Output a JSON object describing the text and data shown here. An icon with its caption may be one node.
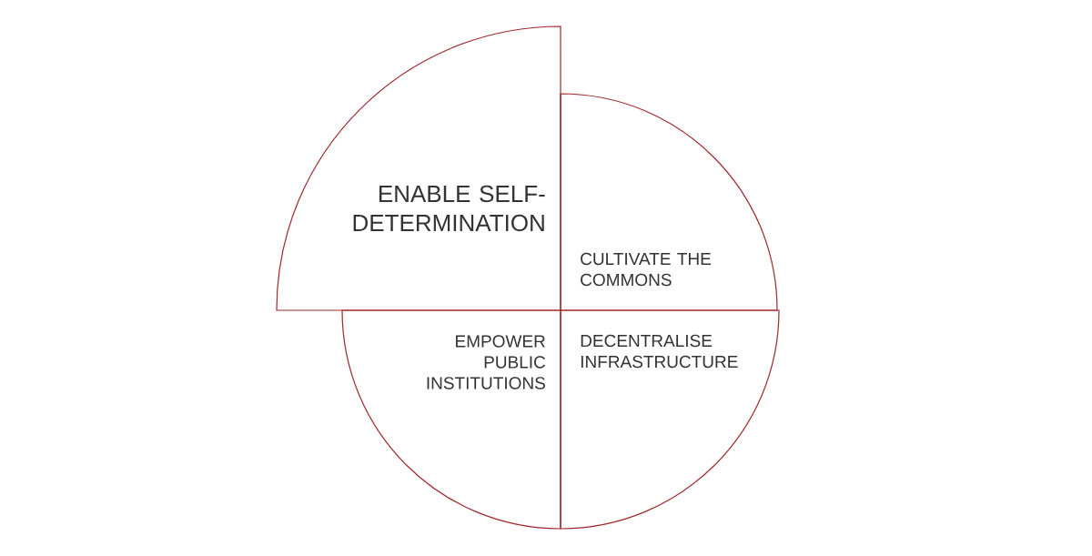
{
  "diagram": {
    "nodes": [
      {
        "text": [
          "ENABLE SELF-DETERMINATION"
        ]
      },
      {
        "text": [
          "CULTIVATE THE COMMONS"
        ]
      },
      {
        "text": [
          "EMPOWER PUBLIC INSTITUTIONS"
        ]
      },
      {
        "text": [
          "DECENTRALISE INFRASTRUCTURE"
        ]
      }
    ]
  }
}
